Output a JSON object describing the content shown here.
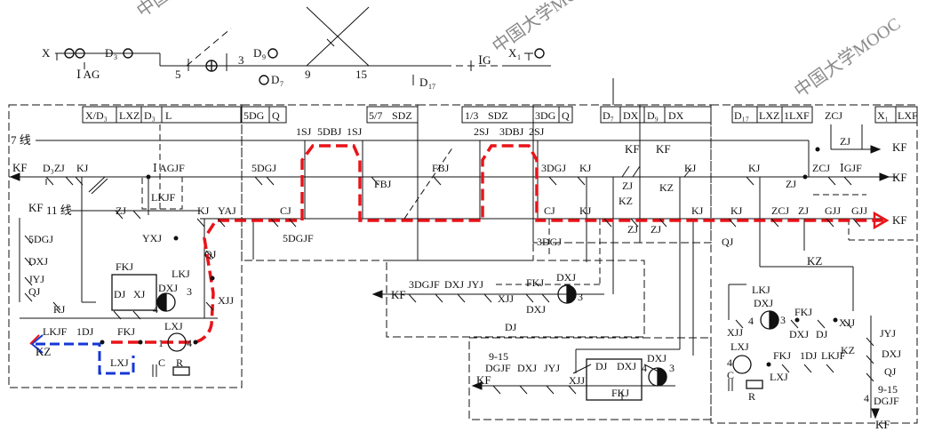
{
  "track": {
    "x_signal": "X",
    "iag": "Ⅰ AG",
    "d3": "D",
    "d3_sub": "3",
    "pt5": "5",
    "pt3": "3",
    "d9": "D",
    "d9_sub": "9",
    "d7": "D",
    "d7_sub": "7",
    "pt9": "9",
    "pt15": "15",
    "d17": "D",
    "d17_sub": "17",
    "ig": "ⅠG",
    "x1": "X",
    "x1_sub": "1"
  },
  "headers": {
    "xd3": "X/D₃",
    "lxz": "LXZ",
    "d3h": "D₃",
    "l": "L",
    "dg5": "5DG",
    "q5": "Q",
    "sdz57": "5/7",
    "sdz57b": "SDZ",
    "sdz13": "1/3",
    "sdz13b": "SDZ",
    "dg3": "3DG",
    "q3": "Q",
    "d7h": "D₇",
    "dx1": "DX",
    "d9h": "D₉",
    "dx2": "DX",
    "d17h": "D₁₇",
    "lxz2": "LXZ",
    "lxf1": "1LXF",
    "x1h": "X₁",
    "lxf2": "LXF"
  },
  "lines": {
    "line7": "7 线",
    "line11": "11 线",
    "kf": "KF",
    "kz": "KZ"
  },
  "labels": {
    "sj1": "1SJ",
    "dbj5": "5DBJ",
    "sj1b": "1SJ",
    "sj2": "2SJ",
    "dbj3": "3DBJ",
    "sj2b": "2SJ",
    "d3zj": "D₃ZJ",
    "kj": "KJ",
    "agjf": "Ⅰ AGJF",
    "lkjf": "LKJF",
    "dgj5": "5DGJ",
    "fbj": "FBJ",
    "dgj3": "3DGJ",
    "zj": "ZJ",
    "yaj": "YAJ",
    "cj": "CJ",
    "yxj": "YXJ",
    "dgjf5": "5DGJF",
    "dgj5b": "5DGJ",
    "dxj": "DXJ",
    "jyj": "JYJ",
    "qj": "QJ",
    "fkj": "FKJ",
    "lkj": "LKJ",
    "dj": "DJ",
    "xj": "XJ",
    "xjj": "XJJ",
    "lxj": "LXJ",
    "dj1": "1DJ",
    "c": "C",
    "r": "R",
    "n1": "1",
    "n3": "3",
    "n4": "4",
    "kz_label": "KZ",
    "dgjf3": "3DGJF",
    "dxj2": "DXJ",
    "jyj2": "JYJ",
    "xjj2": "XJJ",
    "dgj3b": "3DGJ",
    "zcj": "ZCJ",
    "igjf": "ⅠGJF",
    "gjj": "GJJ",
    "gjj2": "GJJ",
    "n915": "9-15",
    "dgjf915": "DGJF"
  }
}
